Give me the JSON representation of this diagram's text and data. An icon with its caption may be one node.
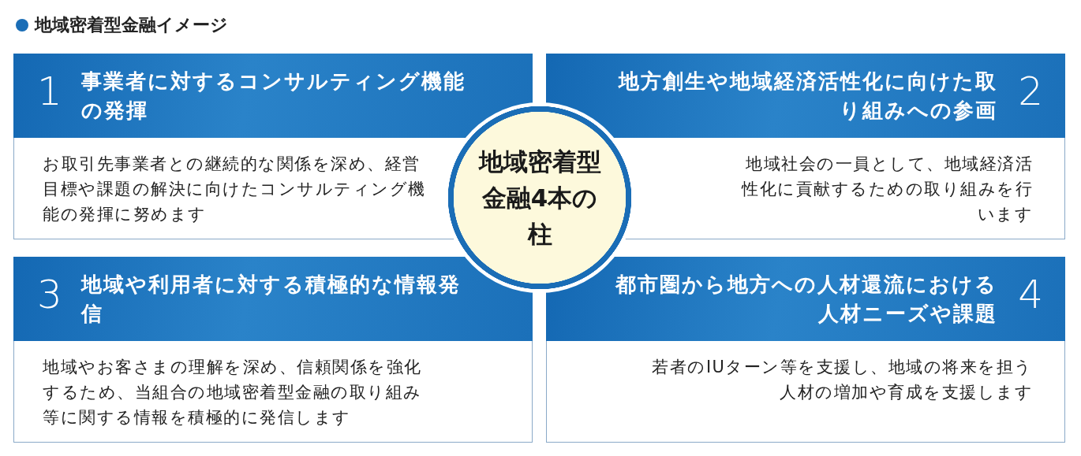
{
  "diagram": {
    "title": "地域密着型金融イメージ",
    "nodes": [
      {
        "text": [
          "1",
          "事業者に対するコンサルティング機能の発揮",
          "お取引先事業者との継続的な関係を深め、経営目標や課題の解決に向けたコンサルティング機能の発揮に努めます"
        ]
      },
      {
        "text": [
          "地方創生や地域経済活性化に向けた取り組みへの参画",
          "2",
          "地域社会の一員として、地域経済活性化に貢献するための取り組みを行います"
        ]
      },
      {
        "text": [
          "3",
          "地域や利用者に対する積極的な情報発信",
          "地域やお客さまの理解を深め、信頼関係を強化するため、当組合の地域密着型金融の取り組み等に関する情報を積極的に発信します"
        ]
      },
      {
        "text": [
          "都市圏から地方への人材還流における人材ニーズや課題",
          "4",
          "若者のIUターン等を支援し、地域の将来を担う人材の増加や育成を支援します"
        ]
      },
      {
        "text": [
          "地域密着型金融4本の柱"
        ]
      }
    ],
    "edges": []
  }
}
